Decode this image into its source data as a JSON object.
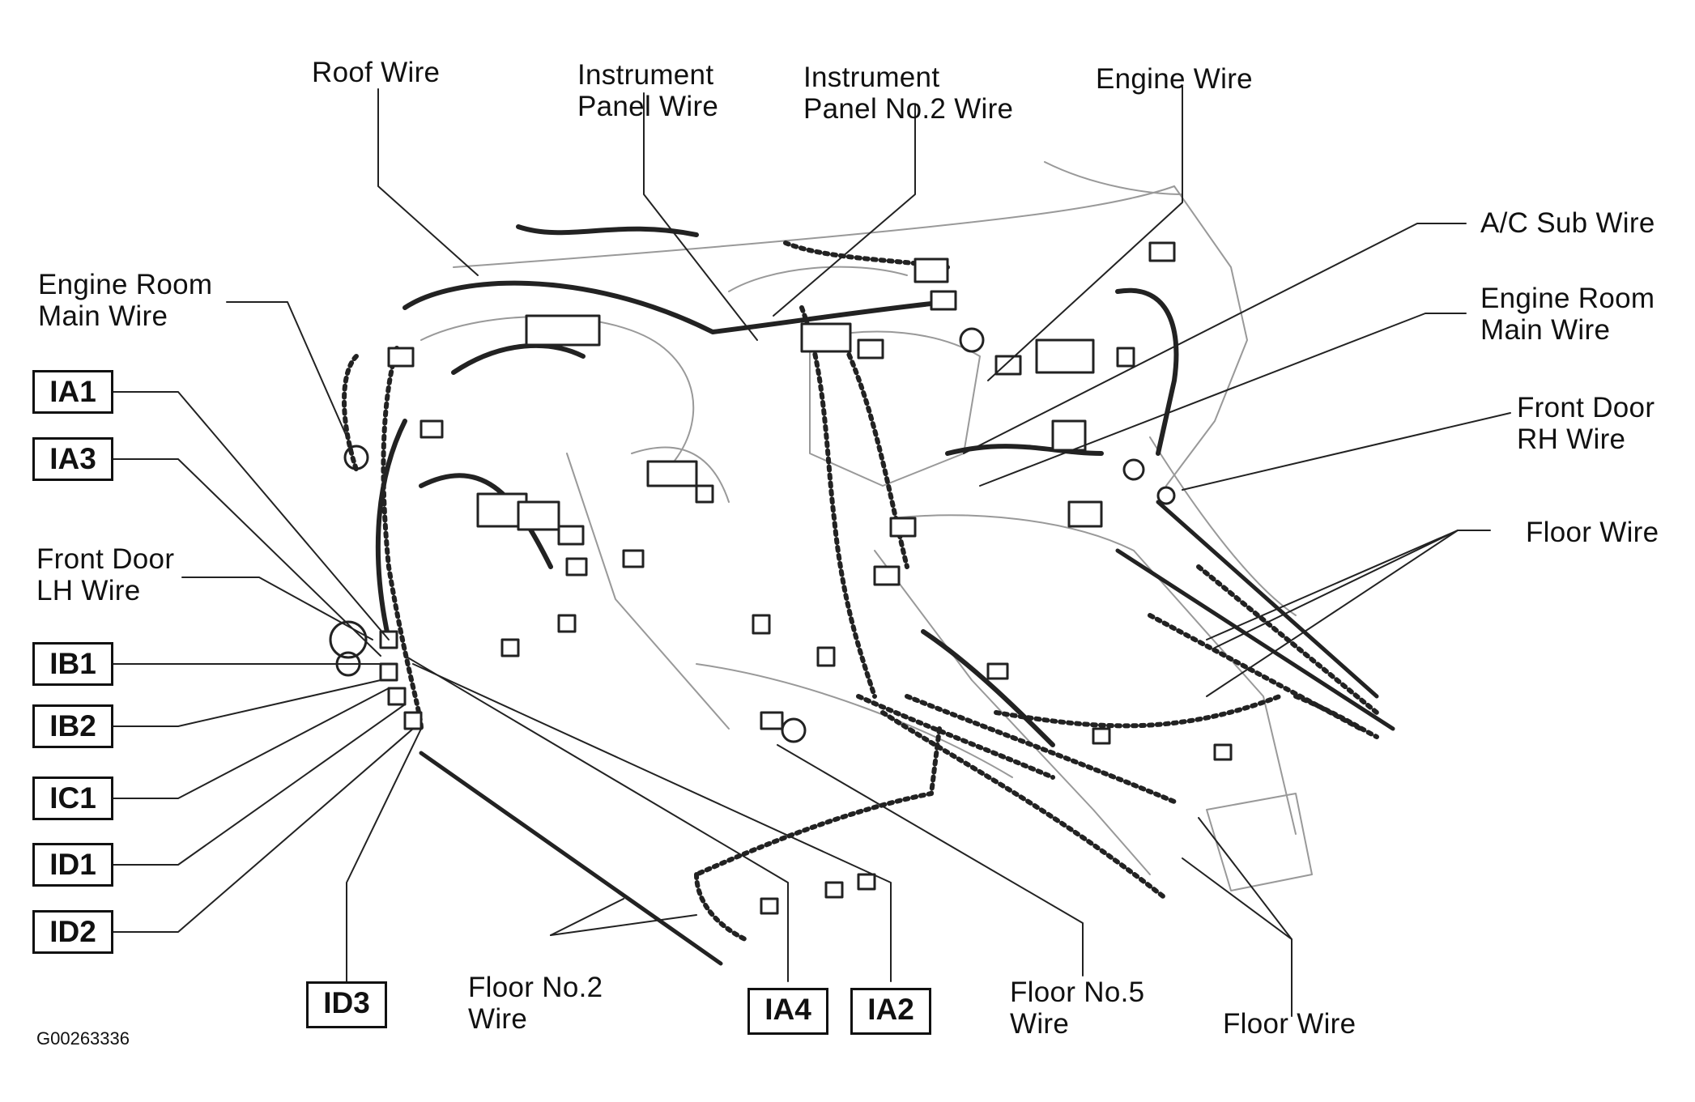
{
  "labels": {
    "roof_wire": "Roof Wire",
    "instrument_panel_wire": "Instrument\nPanel Wire",
    "instrument_panel_no2_wire": "Instrument\nPanel No.2 Wire",
    "engine_wire": "Engine Wire",
    "ac_sub_wire": "A/C Sub Wire",
    "engine_room_main_wire_right": "Engine Room\nMain Wire",
    "engine_room_main_wire_left": "Engine Room\nMain Wire",
    "front_door_rh_wire": "Front Door\nRH Wire",
    "front_door_lh_wire": "Front Door\nLH Wire",
    "floor_wire_right": "Floor Wire",
    "floor_wire_bottom": "Floor Wire",
    "floor_no2_wire": "Floor No.2\nWire",
    "floor_no5_wire": "Floor No.5\nWire"
  },
  "connectors": {
    "ia1": "IA1",
    "ia3": "IA3",
    "ib1": "IB1",
    "ib2": "IB2",
    "ic1": "IC1",
    "id1": "ID1",
    "id2": "ID2",
    "id3": "ID3",
    "ia4": "IA4",
    "ia2": "IA2"
  },
  "figure_id": "G00263336"
}
